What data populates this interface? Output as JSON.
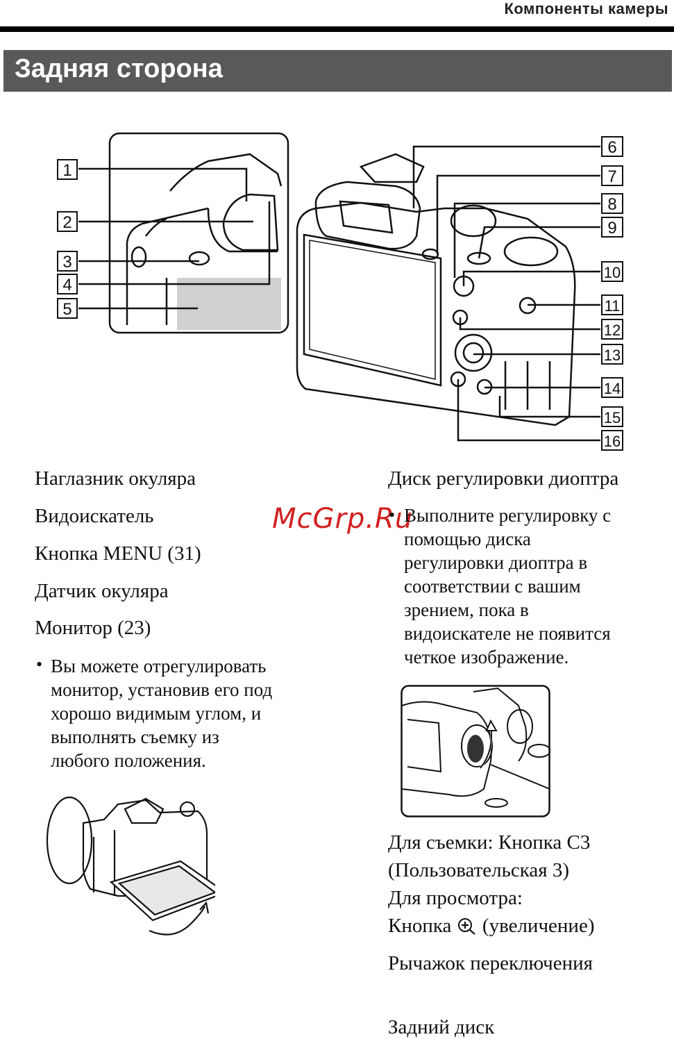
{
  "header": {
    "section": "Компоненты камеры"
  },
  "title": "Задняя сторона",
  "watermark": "McGrp.Ru",
  "callouts": [
    "1",
    "2",
    "3",
    "4",
    "5",
    "6",
    "7",
    "8",
    "9",
    "10",
    "11",
    "12",
    "13",
    "14",
    "15",
    "16"
  ],
  "left_column": {
    "items": [
      "Наглазник окуляра",
      "Видоискатель",
      "Кнопка MENU (31)",
      "Датчик окуляра",
      "Монитор (23)"
    ],
    "bullet": [
      "Вы можете отрегулировать",
      "монитор, установив его под",
      "хорошо видимым углом, и",
      "выполнять съемку из",
      "любого положения."
    ]
  },
  "right_column": {
    "item6": "Диск регулировки диоптра",
    "bullet": [
      "Выполните регулировку с",
      "помощью диска",
      "регулировки диоптра в",
      "соответствии с вашим",
      "зрением, пока в",
      "видоискателе не появится",
      "четкое изображение."
    ],
    "item7_lines": [
      "Для съемки: Кнопка C3",
      "(Пользовательская 3)",
      "Для просмотра:",
      "Кнопка",
      "(увеличение)"
    ],
    "item8": "Рычажок переключения",
    "item9": "Задний диск"
  }
}
